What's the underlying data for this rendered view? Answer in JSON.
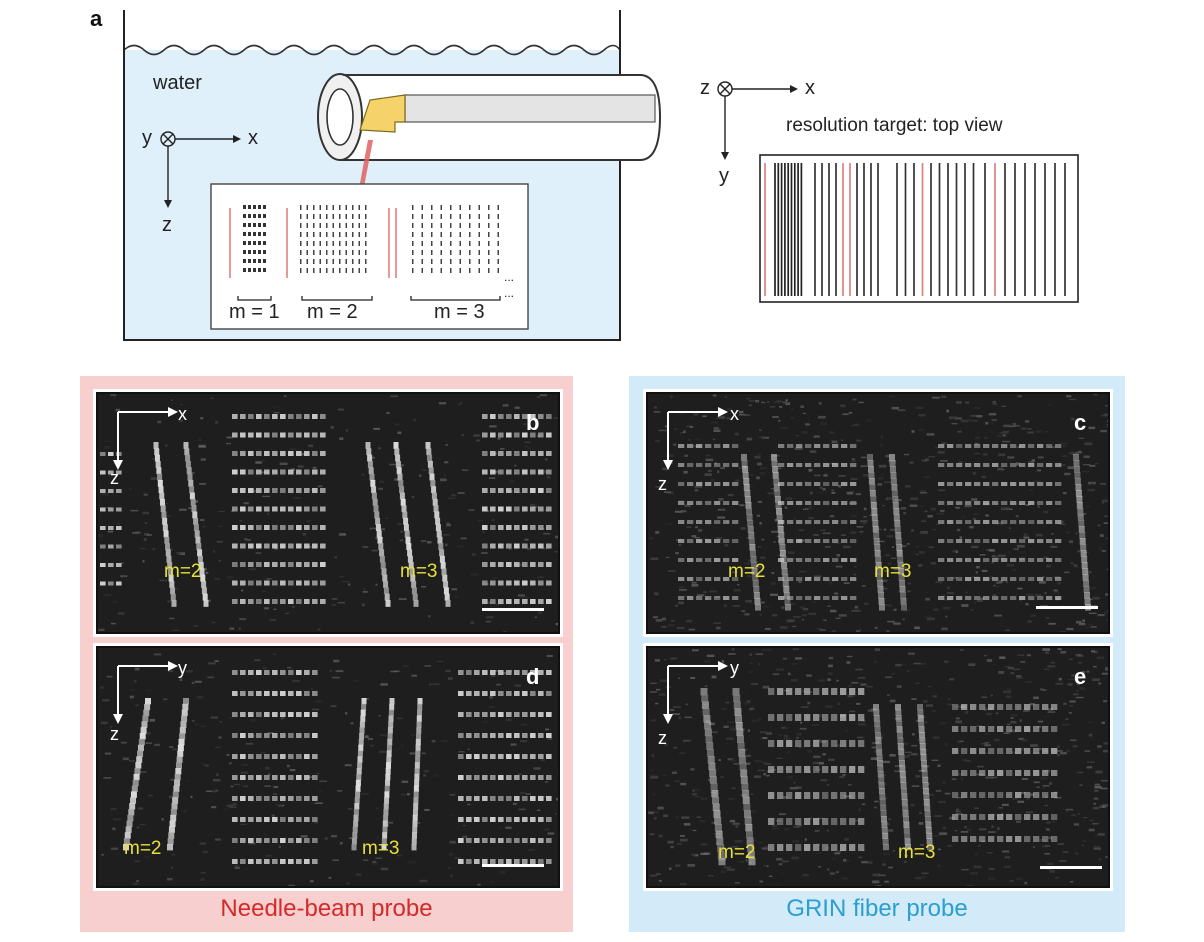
{
  "panel_a": {
    "letter": "a",
    "water_label": "water",
    "axes_side": {
      "out": "y",
      "right": "x",
      "down": "z"
    },
    "axes_top": {
      "out": "z",
      "right": "x",
      "down": "y"
    },
    "target_title": "resolution target: top view",
    "groups": [
      "m = 1",
      "m = 2",
      "m = 3"
    ],
    "ellipsis": "...",
    "colors": {
      "water": "#dff0fb",
      "probe_tip": "#f5d36a",
      "target_red_lines": "#e08080",
      "beam": "#e06060"
    }
  },
  "needle": {
    "background": "#f7cfcf",
    "caption": "Needle-beam probe",
    "caption_color": "#d42a2a",
    "panel_b": {
      "letter": "b",
      "ax_right": "x",
      "ax_down": "z",
      "m_left": "m=2",
      "m_right": "m=3"
    },
    "panel_d": {
      "letter": "d",
      "ax_right": "y",
      "ax_down": "z",
      "m_left": "m=2",
      "m_right": "m=3"
    }
  },
  "grin": {
    "background": "#d3ebf8",
    "caption": "GRIN fiber probe",
    "caption_color": "#2a9fd0",
    "panel_c": {
      "letter": "c",
      "ax_right": "x",
      "ax_down": "z",
      "m_left": "m=2",
      "m_right": "m=3"
    },
    "panel_e": {
      "letter": "e",
      "ax_right": "y",
      "ax_down": "z",
      "m_left": "m=2",
      "m_right": "m=3"
    }
  },
  "label_color": "#e8e03a"
}
